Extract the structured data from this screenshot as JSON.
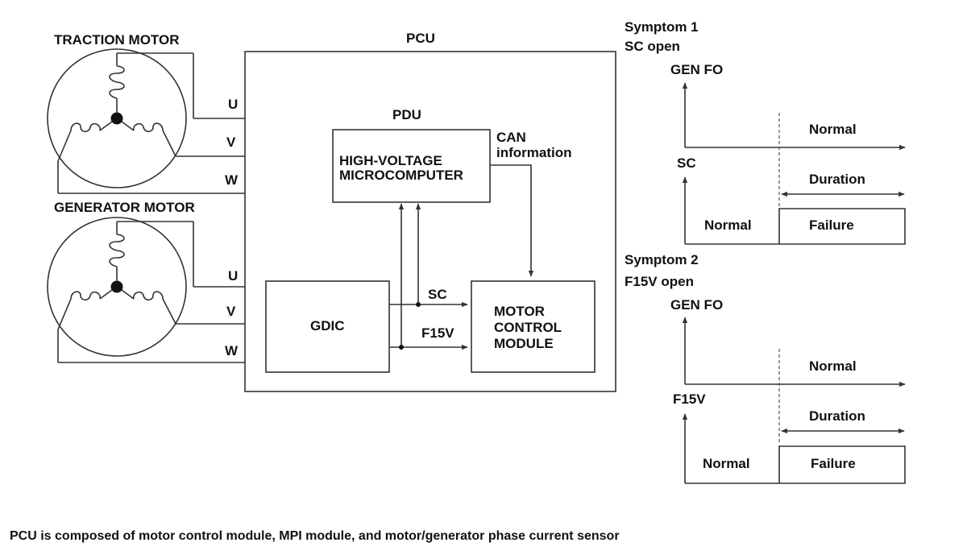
{
  "motors": {
    "traction_label": "TRACTION MOTOR",
    "generator_label": "GENERATOR MOTOR",
    "traction_phases": [
      "U",
      "V",
      "W"
    ],
    "generator_phases": [
      "U",
      "V",
      "W"
    ]
  },
  "pcu": {
    "label": "PCU",
    "pdu_label": "PDU",
    "microcomputer_line1": "HIGH-VOLTAGE",
    "microcomputer_line2": "MICROCOMPUTER",
    "can_line1": "CAN",
    "can_line2": "information",
    "gdic_label": "GDIC",
    "sc_label": "SC",
    "f15v_label": "F15V",
    "mcm_line1": "MOTOR",
    "mcm_line2": "CONTROL",
    "mcm_line3": "MODULE"
  },
  "symptom1": {
    "title": "Symptom 1",
    "subtitle": "SC open",
    "top_axis_label": "GEN FO",
    "top_state": "Normal",
    "bottom_axis_label": "SC",
    "duration_label": "Duration",
    "before_state": "Normal",
    "after_state": "Failure"
  },
  "symptom2": {
    "title": "Symptom 2",
    "subtitle": "F15V open",
    "top_axis_label": "GEN FO",
    "top_state": "Normal",
    "bottom_axis_label": "F15V",
    "duration_label": "Duration",
    "before_state": "Normal",
    "after_state": "Failure"
  },
  "caption": "PCU is composed of motor control module, MPI module, and motor/generator phase current sensor"
}
